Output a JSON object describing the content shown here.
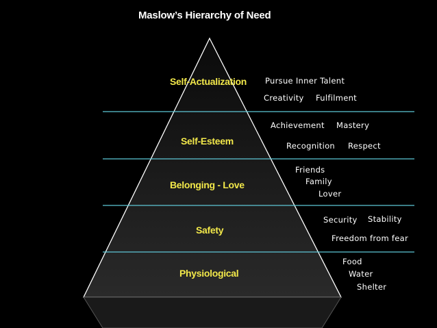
{
  "title": "Maslow’s Hierarchy of Need",
  "colors": {
    "background": "#000000",
    "level_text": "#f2e84a",
    "divider": "#5ec8d6",
    "pyramid_edge": "#ffffff",
    "pyramid_fill_top": "#0a0a0a",
    "pyramid_fill_bottom": "#2a2a2a"
  },
  "levels": [
    {
      "name": "Self-Actualization",
      "needs": [
        "Pursue Inner Talent",
        "Creativity",
        "Fulfilment"
      ]
    },
    {
      "name": "Self-Esteem",
      "needs": [
        "Achievement",
        "Mastery",
        "Recognition",
        "Respect"
      ]
    },
    {
      "name": "Belonging - Love",
      "needs": [
        "Friends",
        "Family",
        "Lover"
      ]
    },
    {
      "name": "Safety",
      "needs": [
        "Security",
        "Stability",
        "Freedom from fear"
      ]
    },
    {
      "name": "Physiological",
      "needs": [
        "Food",
        "Water",
        "Shelter"
      ]
    }
  ]
}
